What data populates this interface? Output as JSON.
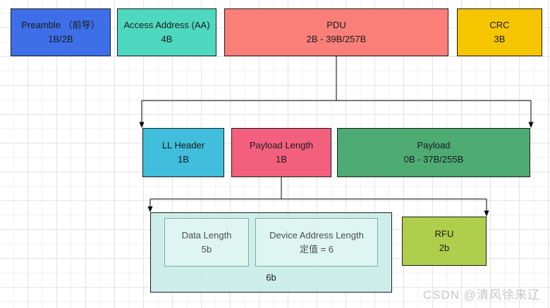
{
  "boxes": {
    "preamble": {
      "label": "Preamble （前导）",
      "size": "1B/2B",
      "bg": "#3e6fe8"
    },
    "access_address": {
      "label": "Access Address (AA)",
      "size": "4B",
      "bg": "#4fd8c0"
    },
    "pdu": {
      "label": "PDU",
      "size": "2B - 39B/257B",
      "bg": "#fa7f79"
    },
    "crc": {
      "label": "CRC",
      "size": "3B",
      "bg": "#f5c500"
    },
    "ll_header": {
      "label": "LL Header",
      "size": "1B",
      "bg": "#40bedc"
    },
    "payload_length": {
      "label": "Payload Length",
      "size": "1B",
      "bg": "#f2607e"
    },
    "payload": {
      "label": "Payload",
      "size": "0B - 37B/255B",
      "bg": "#4dab73"
    },
    "ll_header_detail": {
      "label": "6b",
      "bg": "rgba(197,235,229,0.85)"
    },
    "data_length": {
      "label": "Data Length",
      "size": "5b"
    },
    "device_addr_len": {
      "label": "Device Address Length",
      "size": "定值 = 6"
    },
    "rfu": {
      "label": "RFU",
      "size": "2b",
      "bg": "#afce4b"
    }
  },
  "watermark": "CSDN @清风徐来辽"
}
